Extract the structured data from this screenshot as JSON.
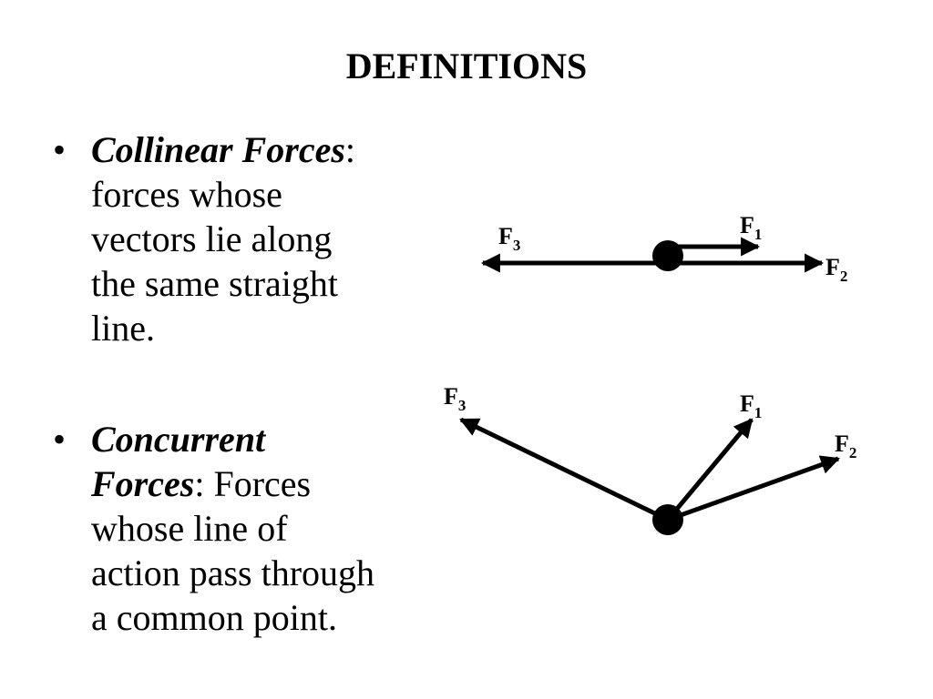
{
  "slide": {
    "title": "DEFINITIONS"
  },
  "bullets": [
    {
      "marker": "•",
      "term": "Collinear Forces",
      "separator": ":",
      "lines": [
        "forces whose",
        "vectors lie along",
        "the same straight",
        "line."
      ]
    },
    {
      "marker": "•",
      "term_lines": [
        "Concurrent",
        "Forces"
      ],
      "separator": ":",
      "inline_rest": " Forces",
      "lines": [
        "whose line of",
        "action pass through",
        "a common point."
      ]
    }
  ],
  "diagrams": {
    "collinear": {
      "labels": [
        {
          "letter": "F",
          "sub": "1"
        },
        {
          "letter": "F",
          "sub": "2"
        },
        {
          "letter": "F",
          "sub": "3"
        }
      ]
    },
    "concurrent": {
      "labels": [
        {
          "letter": "F",
          "sub": "1"
        },
        {
          "letter": "F",
          "sub": "2"
        },
        {
          "letter": "F",
          "sub": "3"
        }
      ]
    }
  },
  "colors": {
    "ink": "#000000",
    "background": "#ffffff"
  }
}
